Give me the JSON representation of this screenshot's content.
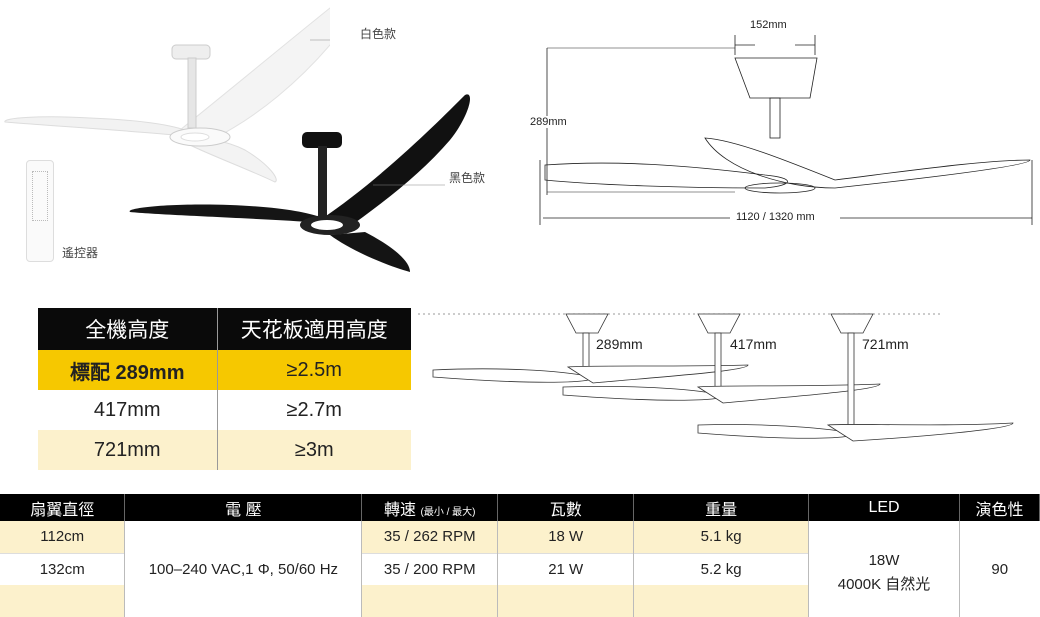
{
  "labels": {
    "white": "白色款",
    "black": "黑色款",
    "remote": "遙控器"
  },
  "dimensions": {
    "canopy_width": "152mm",
    "height": "289mm",
    "span": "1120 / 1320  mm"
  },
  "height_table": {
    "headers": [
      "全機高度",
      "天花板適用高度"
    ],
    "rows": [
      [
        "標配 289mm",
        "≥2.5m"
      ],
      [
        "417mm",
        "≥2.7m"
      ],
      [
        "721mm",
        "≥3m"
      ]
    ]
  },
  "drop_labels": [
    "289mm",
    "417mm",
    "721mm"
  ],
  "spec_table": {
    "headers": [
      "扇翼直徑",
      "電 壓",
      "轉速",
      "(最小 / 最大)",
      "瓦數",
      "重量",
      "LED",
      "演色性"
    ],
    "rows": [
      {
        "diameter": "112cm",
        "rpm": "35 / 262 RPM",
        "watts": "18 W",
        "weight": "5.1 kg"
      },
      {
        "diameter": "132cm",
        "rpm": "35 / 200 RPM",
        "watts": "21 W",
        "weight": "5.2 kg"
      }
    ],
    "voltage": "100–240 VAC,1 Φ, 50/60 Hz",
    "led_watts": "18W",
    "led_color": "4000K 自然光",
    "cri": "90"
  },
  "colors": {
    "yellow": "#f6c800",
    "cream": "#fcf1cc",
    "black": "#0a0a0a"
  }
}
